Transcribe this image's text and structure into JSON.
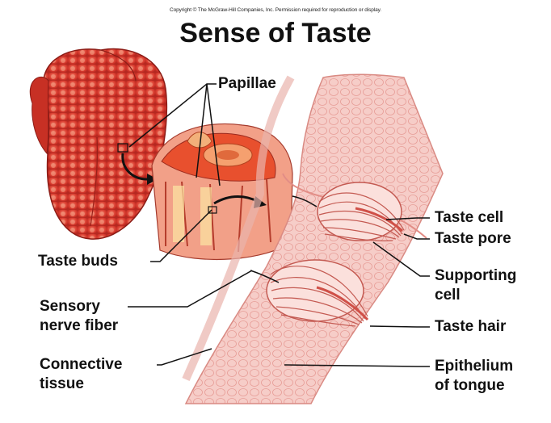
{
  "copyright": "Copyright © The McGraw-Hill Companies, Inc. Permission required for reproduction or display.",
  "title": "Sense of Taste",
  "labels": {
    "papillae": "Papillae",
    "taste_buds": "Taste buds",
    "sensory_nerve_fiber_1": "Sensory",
    "sensory_nerve_fiber_2": "nerve fiber",
    "connective_tissue_1": "Connective",
    "connective_tissue_2": "tissue",
    "taste_cell": "Taste cell",
    "taste_pore": "Taste pore",
    "supporting_cell_1": "Supporting",
    "supporting_cell_2": "cell",
    "taste_hair": "Taste hair",
    "epithelium_1": "Epithelium",
    "epithelium_2": "of tongue"
  },
  "colors": {
    "tongue": "#d8352c",
    "tongue_light": "#ef7a62",
    "tissue": "#f4c2bd",
    "tissue_dark": "#e58a84",
    "leader": "#111111"
  }
}
